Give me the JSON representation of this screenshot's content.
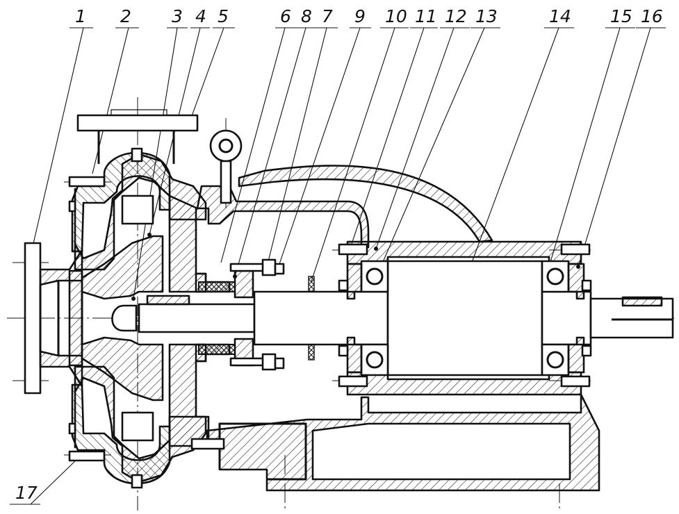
{
  "drawing": {
    "subject": "centrifugal pump cross-section",
    "callouts": [
      {
        "number": "1"
      },
      {
        "number": "2"
      },
      {
        "number": "3"
      },
      {
        "number": "4"
      },
      {
        "number": "5"
      },
      {
        "number": "6"
      },
      {
        "number": "8"
      },
      {
        "number": "7"
      },
      {
        "number": "9"
      },
      {
        "number": "10"
      },
      {
        "number": "11"
      },
      {
        "number": "12"
      },
      {
        "number": "13"
      },
      {
        "number": "14"
      },
      {
        "number": "15"
      },
      {
        "number": "16"
      },
      {
        "number": "17"
      }
    ]
  }
}
